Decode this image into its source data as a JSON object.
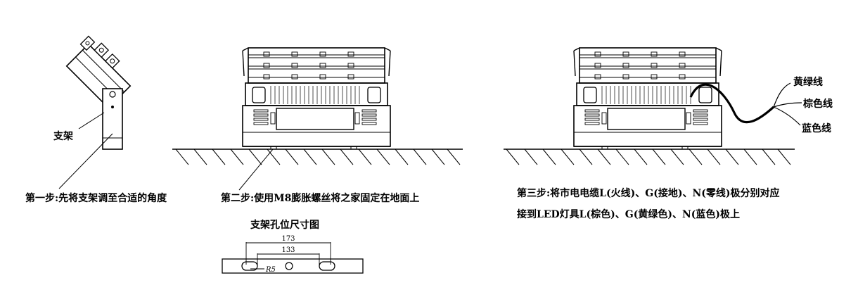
{
  "step1": {
    "bracket_label": "支架",
    "caption": "第一步:先将支架调至合适的角度"
  },
  "step2": {
    "caption": "第二步:使用M8膨胀螺丝将之家固定在地面上",
    "hole_diagram_title": "支架孔位尺寸图",
    "dim_outer": "173",
    "dim_inner": "133",
    "radius": "R5"
  },
  "step3": {
    "wire_yellow_green": "黄绿线",
    "wire_brown": "棕色线",
    "wire_blue": "蓝色线",
    "caption_line1": "第三步:将市电电缆L(火线)、G(接地)、N(零线)极分别对应",
    "caption_line2": "接到LED灯具L(棕色)、G(黄绿色)、N(蓝色)极上"
  }
}
